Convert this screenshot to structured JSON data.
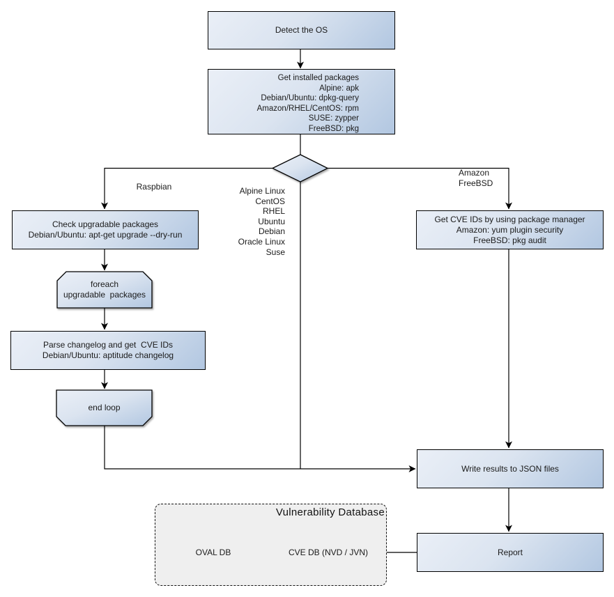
{
  "nodes": {
    "detect_os": "Detect the OS",
    "get_installed_packages": "Get installed packages\nAlpine: apk\nDebian/Ubuntu: dpkg-query\nAmazon/RHEL/CentOS: rpm\nSUSE: zypper\nFreeBSD: pkg",
    "check_upgradable": "Check upgradable packages\nDebian/Ubuntu: apt-get upgrade --dry-run",
    "foreach_loop": "foreach\nupgradable  packages",
    "parse_changelog": "Parse changelog and get  CVE IDs\nDebian/Ubuntu: aptitude changelog",
    "end_loop": "end loop",
    "get_cve_ids": "Get CVE IDs by using package manager\nAmazon: yum plugin security\nFreeBSD: pkg audit",
    "write_results": "Write results to JSON files",
    "report": "Report"
  },
  "edge_labels": {
    "raspbian": "Raspbian",
    "os_list": "Alpine Linux\nCentOS\nRHEL\nUbuntu\nDebian\nOracle Linux\nSuse",
    "amazon_freebsd": "Amazon\nFreeBSD"
  },
  "database": {
    "title": "Vulnerability Database",
    "oval_db": "OVAL DB",
    "cve_db": "CVE DB (NVD / JVN)"
  },
  "colors": {
    "node_fill_light": "#eaeff7",
    "node_fill_dark": "#b2c7e1",
    "node_border": "#000000",
    "connector_line": "#000000",
    "container_fill": "#efefef",
    "text": "#1a1a1a"
  }
}
